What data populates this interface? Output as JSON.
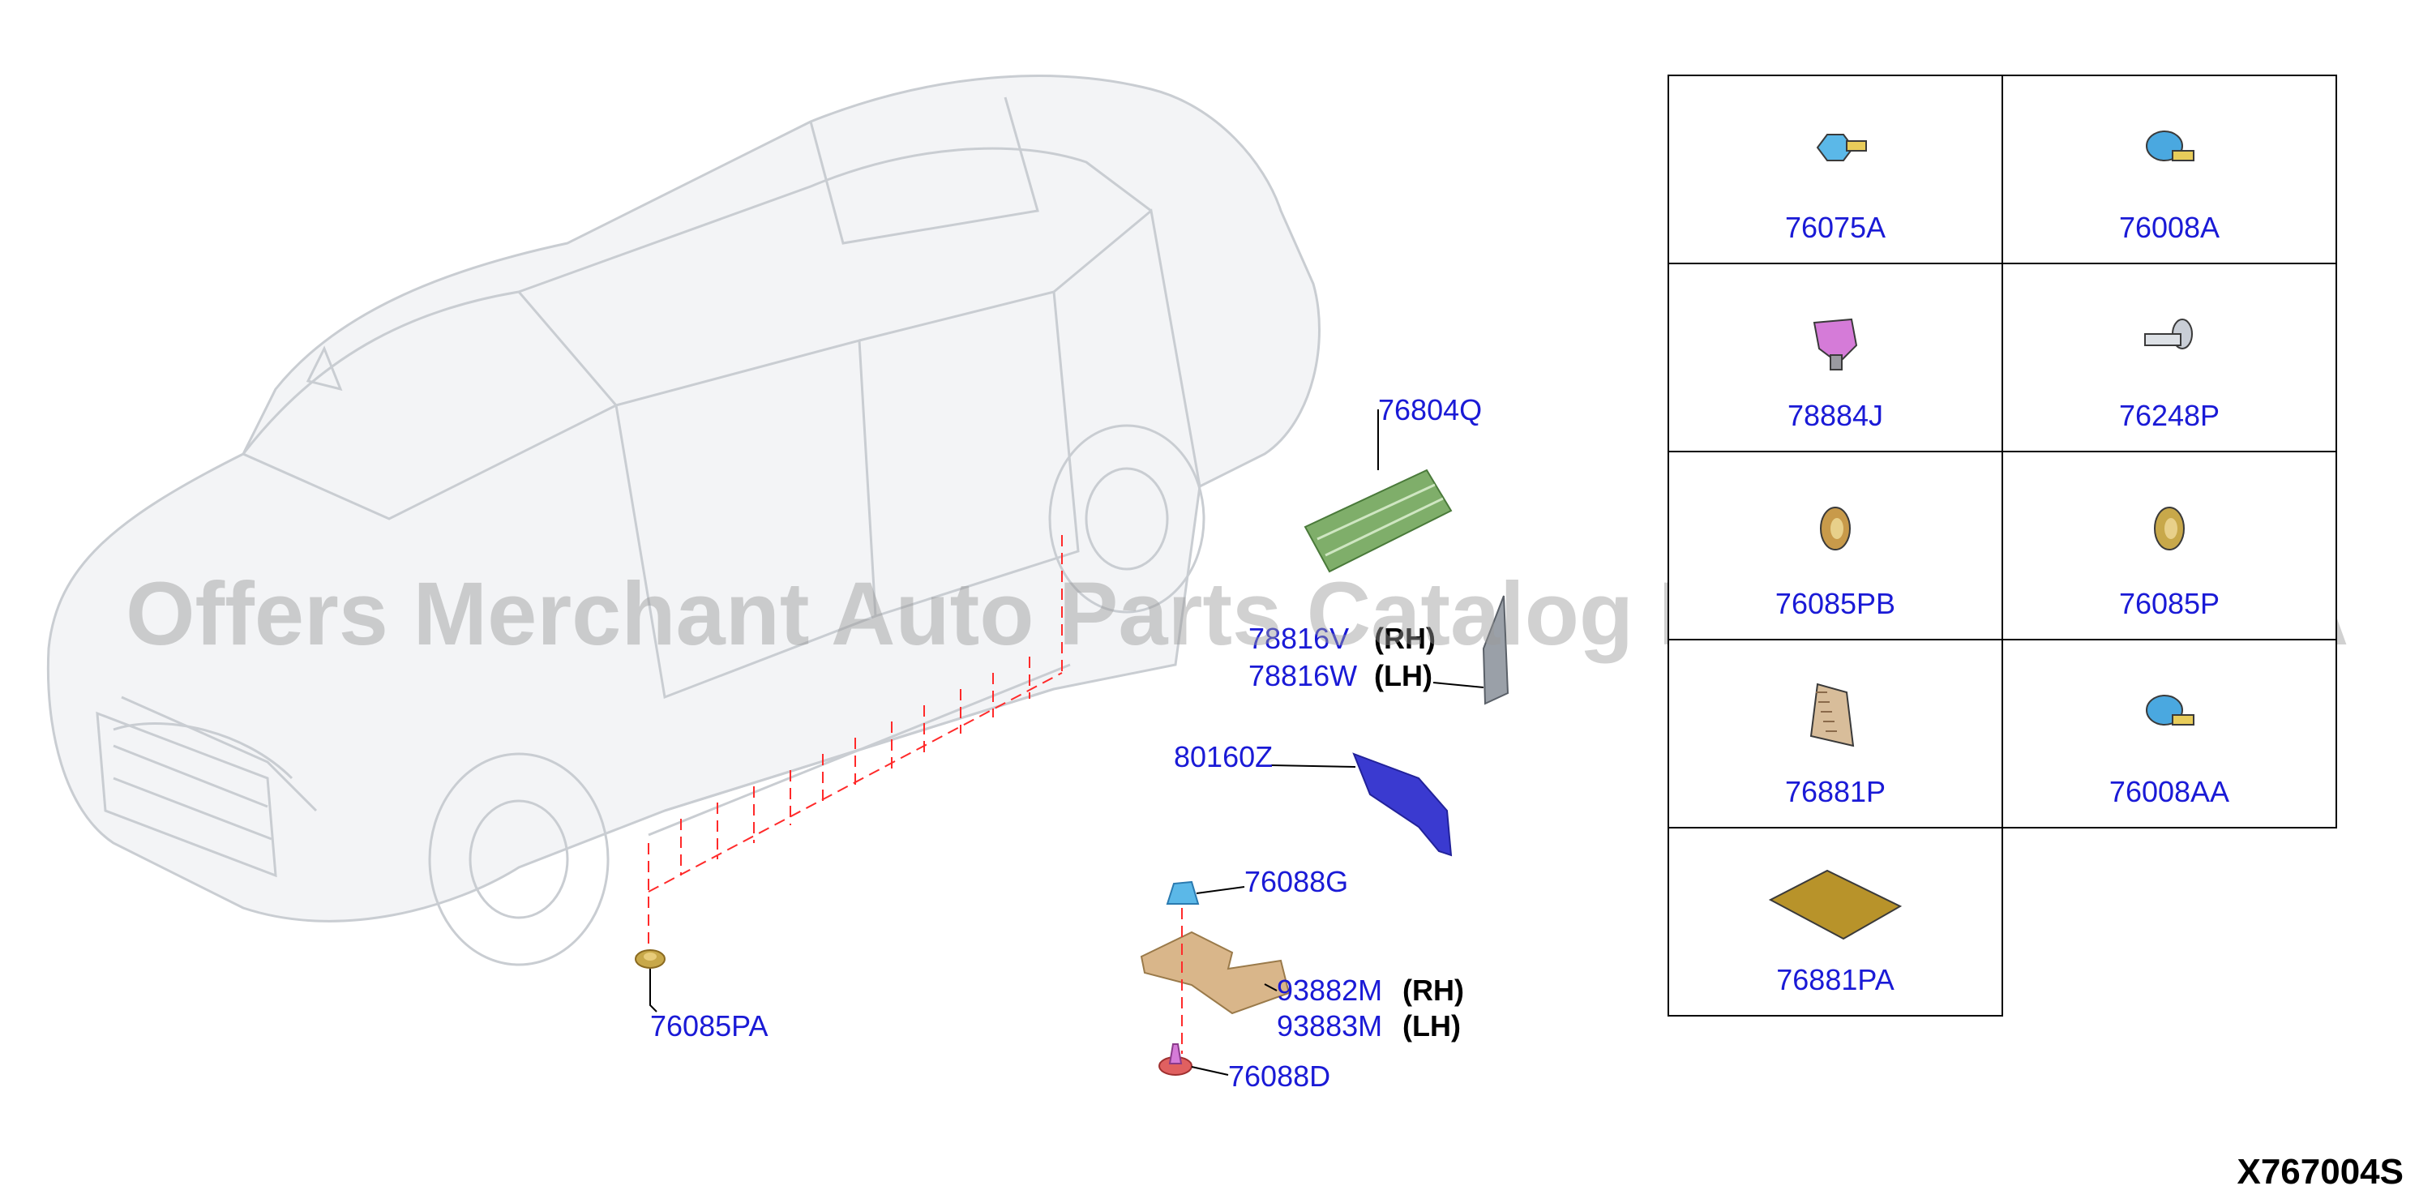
{
  "callouts": {
    "c76804Q": "76804Q",
    "c78816V": "78816V",
    "c78816W": "78816W",
    "c80160Z": "80160Z",
    "c76088G": "76088G",
    "c93882M": "93882M",
    "c93883M": "93883M",
    "c76088D": "76088D",
    "c76085PA": "76085PA"
  },
  "side_marks": {
    "rh": "(RH)",
    "lh": "(LH)"
  },
  "grid_parts": [
    {
      "code": "76075A",
      "color": "#5bb8e8",
      "icon": "bolt-icon"
    },
    {
      "code": "76008A",
      "color": "#4aa8e0",
      "icon": "screw-icon"
    },
    {
      "code": "78884J",
      "color": "#d57bd8",
      "icon": "clip-icon"
    },
    {
      "code": "76248P",
      "color": "#c9ced6",
      "icon": "rivet-icon"
    },
    {
      "code": "76085PB",
      "color": "#c89a4a",
      "icon": "grommet-icon"
    },
    {
      "code": "76085P",
      "color": "#c8a84a",
      "icon": "grommet-icon"
    },
    {
      "code": "76881P",
      "color": "#d8bd9a",
      "icon": "pad-icon"
    },
    {
      "code": "76008AA",
      "color": "#4aa8e0",
      "icon": "screw-icon"
    },
    {
      "code": "76881PA",
      "color": "#b8932a",
      "icon": "sheet-icon"
    }
  ],
  "watermark": "Offers Merchant Auto Parts Catalog PARTSTORE.SA",
  "diagram_id": "X767004S",
  "colors": {
    "label_blue": "#1a1ad6",
    "dash_red": "#ff2a2a",
    "panel_blue": "#3a3ad0",
    "seal_green": "#7fae6a",
    "pad_tan": "#d9b68a"
  }
}
